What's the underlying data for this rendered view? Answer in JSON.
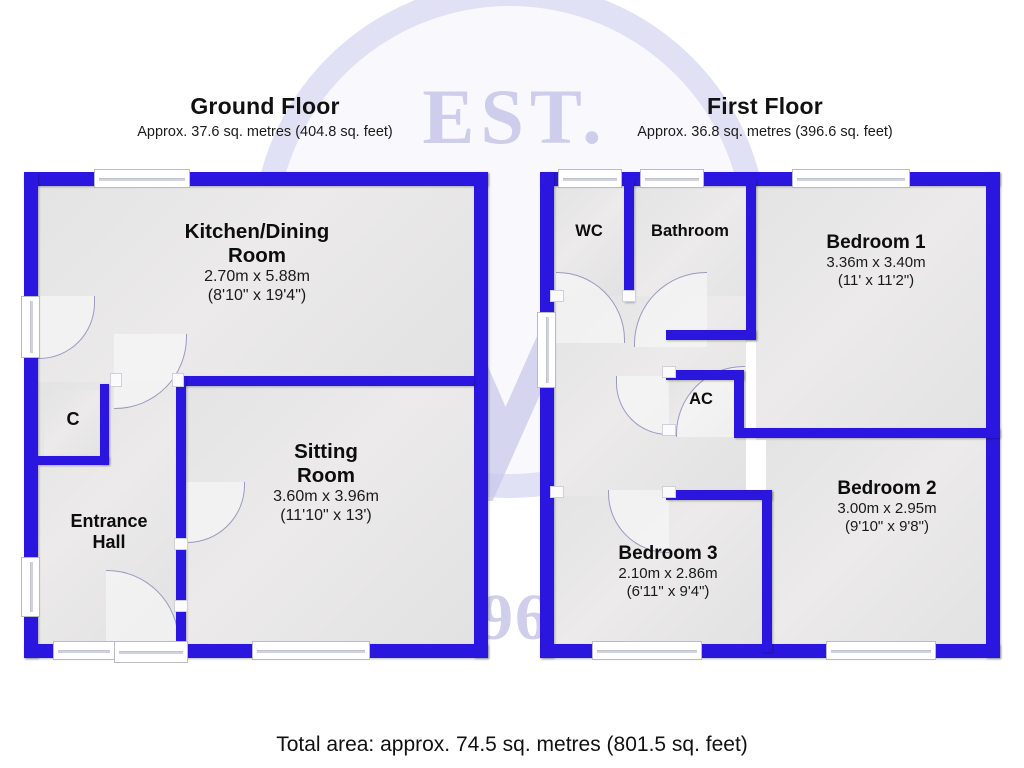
{
  "watermark": {
    "top_text": "EST.",
    "monogram": "M",
    "year": "1963"
  },
  "floors": [
    {
      "id": "ground",
      "title": "Ground Floor",
      "area_text": "Approx. 37.6 sq. metres (404.8 sq. feet)",
      "rooms": [
        {
          "name": "Kitchen/Dining",
          "name2": "Room",
          "dim_metric": "2.70m x 5.88m",
          "dim_imperial": "(8'10\" x 19'4\")"
        },
        {
          "name": "Sitting",
          "name2": "Room",
          "dim_metric": "3.60m x 3.96m",
          "dim_imperial": "(11'10\" x 13')"
        },
        {
          "name": "Entrance",
          "name2": "Hall",
          "dim_metric": "",
          "dim_imperial": ""
        },
        {
          "name": "C",
          "name2": "",
          "dim_metric": "",
          "dim_imperial": ""
        }
      ]
    },
    {
      "id": "first",
      "title": "First Floor",
      "area_text": "Approx. 36.8 sq. metres (396.6 sq. feet)",
      "rooms": [
        {
          "name": "WC",
          "name2": "",
          "dim_metric": "",
          "dim_imperial": ""
        },
        {
          "name": "Bathroom",
          "name2": "",
          "dim_metric": "",
          "dim_imperial": ""
        },
        {
          "name": "Bedroom 1",
          "name2": "",
          "dim_metric": "3.36m x 3.40m",
          "dim_imperial": "(11' x 11'2\")"
        },
        {
          "name": "Bedroom 2",
          "name2": "",
          "dim_metric": "3.00m x 2.95m",
          "dim_imperial": "(9'10\" x 9'8\")"
        },
        {
          "name": "Bedroom 3",
          "name2": "",
          "dim_metric": "2.10m x 2.86m",
          "dim_imperial": "(6'11\" x 9'4\")"
        },
        {
          "name": "AC",
          "name2": "",
          "dim_metric": "",
          "dim_imperial": ""
        }
      ]
    }
  ],
  "total_area": "Total area: approx. 74.5 sq. metres (801.5 sq. feet)",
  "colors": {
    "wall": "#2b16e0",
    "floor_fill": "#e6e6e6",
    "watermark": "#c9c8ec",
    "text": "#111111"
  }
}
